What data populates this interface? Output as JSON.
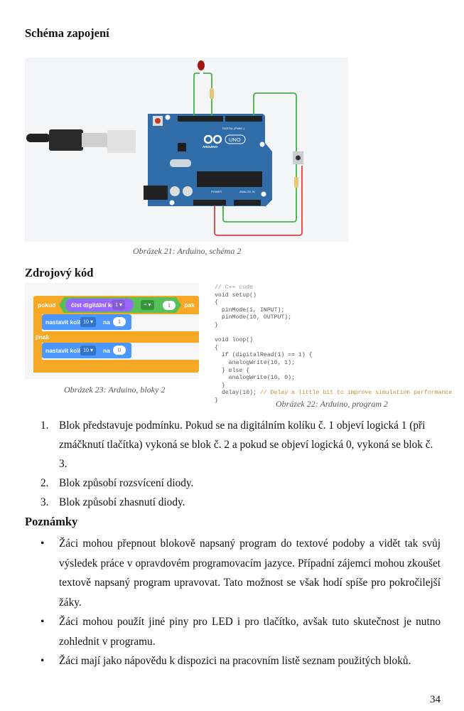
{
  "sections": {
    "schema_heading": "Schéma zapojení",
    "code_heading": "Zdrojový kód",
    "notes_heading": "Poznámky"
  },
  "figures": {
    "schema": {
      "caption": "Obrázek 21: Arduino, schéma 2",
      "board_label": "UNO",
      "brand_label": "ARDUINO",
      "digital_label": "DIGITAL (PWM~)",
      "power_label": "POWER",
      "analog_label": "ANALOG IN",
      "colors": {
        "board": "#2f6ca8",
        "wire_green": "#4caf50",
        "wire_red": "#d9423e",
        "led": "#a31515",
        "background": "#f4f5f7"
      }
    },
    "blocks": {
      "caption": "Obrázek 23: Arduino, bloky 2",
      "if_label": "pokud",
      "then_label": "pak",
      "else_label": "jinak",
      "read_label": "číst digitální kolík",
      "read_pin": "1 ▾",
      "operator": "= ▾",
      "compare_value": "1",
      "set_label": "nastavit kolík",
      "set_pin": "10 ▾",
      "to_label": "na",
      "set_value_1": "1",
      "set_value_2": "0",
      "colors": {
        "control": "#f7a824",
        "output": "#4c97ff",
        "input": "#9966ff",
        "operator": "#59c059"
      }
    },
    "program": {
      "caption": "Obrázek 22: Arduino, program 2",
      "lines": [
        "// C++ code",
        "void setup()",
        "{",
        "  pinMode(1, INPUT);",
        "  pinMode(10, OUTPUT);",
        "}",
        "",
        "void loop()",
        "{",
        "  if (digitalRead(1) == 1) {",
        "    analogWrite(10, 1);",
        "  } else {",
        "    analogWrite(10, 0);",
        "  }",
        "  delay(10); ",
        "}"
      ],
      "delay_comment": "// Delay a little bit to improve simulation performance"
    }
  },
  "steps": [
    {
      "num": "1.",
      "text": "Blok představuje podmínku. Pokud se na digitálním kolíku č. 1 objeví logická 1 (při zmáčknutí tlačítka) vykoná se blok č. 2 a pokud se objeví logická 0, vykoná se blok č. 3."
    },
    {
      "num": "2.",
      "text": "Blok způsobí rozsvícení diody."
    },
    {
      "num": "3.",
      "text": "Blok způsobí zhasnutí diody."
    }
  ],
  "notes": [
    {
      "bullet": "•",
      "text": "Žáci mohou přepnout blokově napsaný program do textové podoby a vidět tak svůj výsledek práce v opravdovém programovacím jazyce. Případní zájemci mohou zkoušet textově napsaný program upravovat. Tato možnost se však hodí spíše pro pokročilejší žáky."
    },
    {
      "bullet": "•",
      "text": "Žáci mohou použít jiné piny pro LED i pro tlačítko, avšak tuto skutečnost je nutno zohlednit v programu."
    },
    {
      "bullet": "•",
      "text": "Žáci mají jako nápovědu k dispozici na pracovním listě seznam použitých bloků."
    }
  ],
  "page_number": "34"
}
